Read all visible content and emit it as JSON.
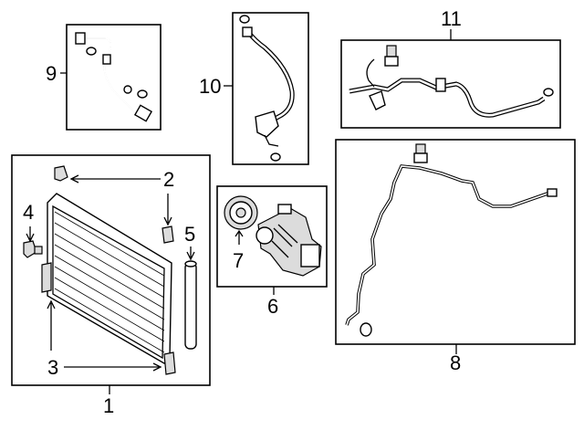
{
  "callouts": {
    "c1": "1",
    "c2": "2",
    "c3": "3",
    "c4": "4",
    "c5": "5",
    "c6": "6",
    "c7": "7",
    "c8": "8",
    "c9": "9",
    "c10": "10",
    "c11": "11"
  },
  "colors": {
    "line": "#000000",
    "background": "#ffffff",
    "shade": "#dcdcdc"
  }
}
